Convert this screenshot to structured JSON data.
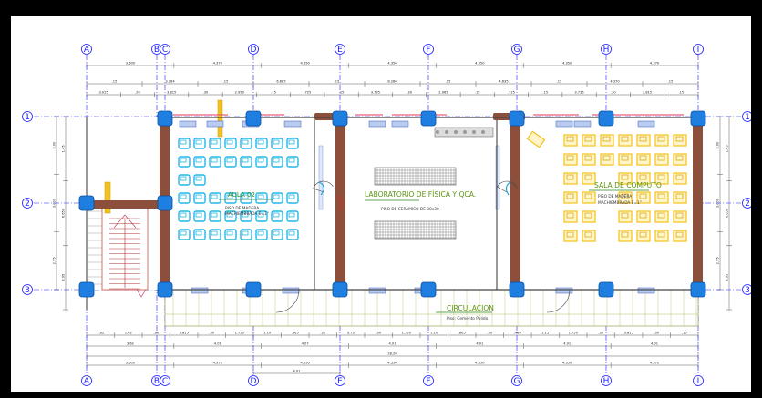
{
  "axes_columns": [
    "A",
    "B",
    "C",
    "D",
    "E",
    "F",
    "G",
    "H",
    "I"
  ],
  "axes_rows": [
    "1",
    "2",
    "3"
  ],
  "dims_top_1": [
    "3.600",
    "4.370",
    "4.350",
    "4.350",
    "4.350",
    "4.350",
    "4.370"
  ],
  "dims_top_2": [
    ".15",
    "3.264",
    ".15",
    "6.885",
    ".15",
    "8.280",
    ".15",
    "4.635",
    ".15",
    "4.370",
    ".15"
  ],
  "dims_top_3": [
    "3.025",
    ".20",
    "3.815",
    ".30",
    "2.950",
    ".15",
    ".725",
    ".15",
    "3.735",
    ".30",
    "2.965",
    ".15",
    ".725",
    ".15",
    "3.735",
    ".30",
    "3.815",
    ".15"
  ],
  "dims_bottom_1": [
    "1.62",
    "1.62",
    ".30",
    "3.815",
    ".30",
    "1.750",
    "1.10",
    ".865",
    ".30",
    "3.73",
    ".30",
    "1.750",
    "1.10",
    ".865",
    ".30",
    ".480",
    "1.15",
    "1.750",
    ".30",
    "3.815",
    ".30",
    ".15"
  ],
  "dims_bottom_2": [
    "3.62",
    "4.01",
    "4.07",
    "4.01",
    "4.01",
    "4.01",
    "4.01"
  ],
  "dims_bottom_3": "28.20",
  "dims_bottom_4": [
    "3.600",
    "4.370",
    "4.350",
    "4.350",
    "4.350",
    "4.350",
    "4.370"
  ],
  "dims_bottom_5": "4.01",
  "dims_left": [
    "3.00",
    "3.000",
    "2.95",
    "1.45",
    "6.650",
    "8.95"
  ],
  "dims_right": [
    "3.00",
    "3.000",
    "2.95",
    "1.45",
    "6.650",
    "8.95"
  ],
  "rooms": {
    "aula": {
      "title": "AULA 02",
      "floor_1": "PISO DE MADERA",
      "floor_2": "MACHIEMBRADA E=1\""
    },
    "lab": {
      "title": "LABORATORIO DE FÍSICA Y QCA.",
      "floor_1": "PISO DE CERÁMICO DE 30x30"
    },
    "computo": {
      "title": "SALA DE COMPUTO",
      "floor_1": "PISO DE MADERA",
      "floor_2": "MACHIEMBRADA E=1\""
    },
    "circulacion": {
      "title": "CIRCULACION",
      "floor_1": "Piso: Cemento Pulido"
    }
  },
  "colors": {
    "axis": "#1a1aff",
    "column": "#1e7fe0",
    "wall": "#8b4f3c",
    "aula_desk": "#22b7e8",
    "computo_desk": "#f3c21c",
    "lab_table": "#555555",
    "label": "#5d9410",
    "door": "#c0392b"
  }
}
